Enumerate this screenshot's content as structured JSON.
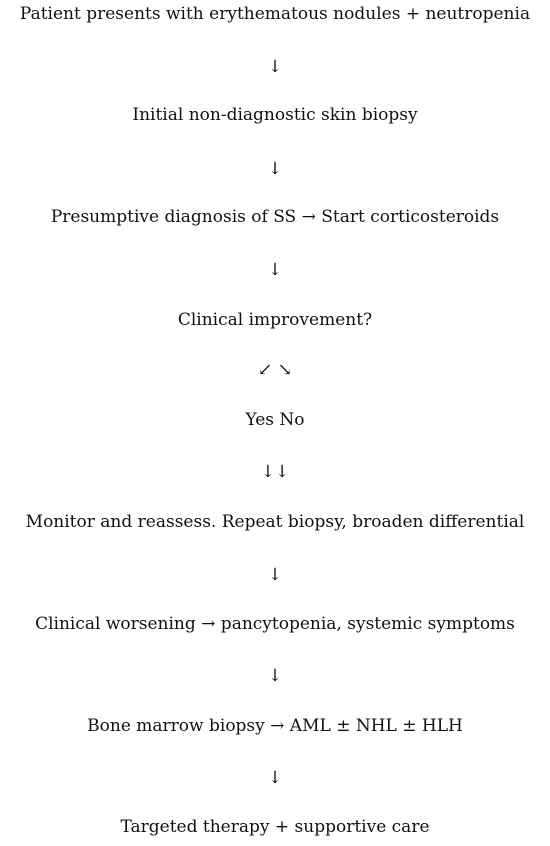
{
  "flowchart": {
    "step_1": "Patient presents with erythematous nodules + neutropenia",
    "arrow_1": "↓",
    "step_2": "Initial non-diagnostic skin biopsy",
    "arrow_2": "↓",
    "step_3": "Presumptive diagnosis of SS → Start corticosteroids",
    "arrow_3": "↓",
    "step_4": "Clinical improvement?",
    "arrow_4": "↙ ↘",
    "step_5": "Yes No",
    "arrow_5": "↓↓",
    "step_6": "Monitor and reassess. Repeat biopsy, broaden differential",
    "arrow_6": "↓",
    "step_7": "Clinical worsening → pancytopenia, systemic symptoms",
    "arrow_7": "↓",
    "step_8": "Bone marrow biopsy → AML ± NHL ± HLH",
    "arrow_8": "↓",
    "step_9": "Targeted therapy + supportive care"
  }
}
